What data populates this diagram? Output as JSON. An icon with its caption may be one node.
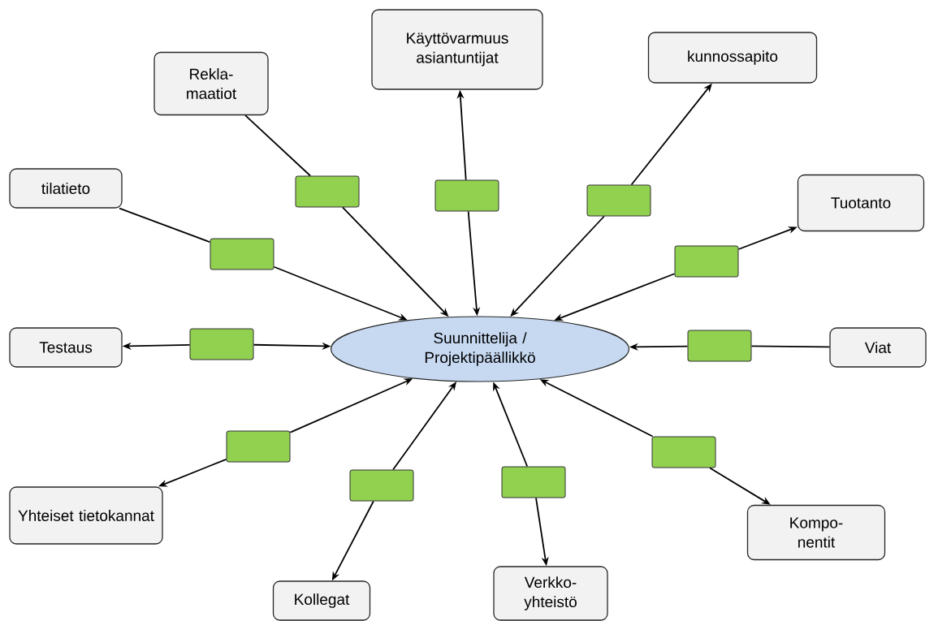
{
  "diagram": {
    "nodes": [
      {
        "text": [
          "Suunnittelija / Projektipäällikkö"
        ]
      },
      {
        "text": [
          "Käyttövarmuus asiantuntijat"
        ]
      },
      {
        "text": [
          "kunnossapito"
        ]
      },
      {
        "text": [
          "Rekla- maatiot"
        ]
      },
      {
        "text": [
          "tilatieto"
        ]
      },
      {
        "text": [
          "Tuotanto"
        ]
      },
      {
        "text": [
          "Testaus"
        ]
      },
      {
        "text": [
          "Viat"
        ]
      },
      {
        "text": [
          "Yhteiset tietokannat"
        ]
      },
      {
        "text": [
          "Kompo- nentit"
        ]
      },
      {
        "text": [
          "Kollegat"
        ]
      },
      {
        "text": [
          "Verkko- yhteistö"
        ]
      },
      {
        "text": [],
        "shape": "box"
      },
      {
        "text": [],
        "shape": "box"
      },
      {
        "text": [],
        "shape": "box"
      },
      {
        "text": [],
        "shape": "box"
      },
      {
        "text": [],
        "shape": "box"
      },
      {
        "text": [],
        "shape": "box"
      },
      {
        "text": [],
        "shape": "box"
      },
      {
        "text": [],
        "shape": "box"
      },
      {
        "text": [],
        "shape": "box"
      },
      {
        "text": [],
        "shape": "box"
      },
      {
        "text": [],
        "shape": "box"
      }
    ],
    "edges": [
      {
        "from": 3,
        "to": 12,
        "arrow": "none"
      },
      {
        "from": 12,
        "to": 0,
        "arrow": "to"
      },
      {
        "from": 13,
        "to": 1,
        "arrow": "to"
      },
      {
        "from": 13,
        "to": 0,
        "arrow": "to"
      },
      {
        "from": 14,
        "to": 2,
        "arrow": "to"
      },
      {
        "from": 14,
        "to": 0,
        "arrow": "to"
      },
      {
        "from": 4,
        "to": 15,
        "arrow": "none"
      },
      {
        "from": 15,
        "to": 0,
        "arrow": "to"
      },
      {
        "from": 16,
        "to": 5,
        "arrow": "to"
      },
      {
        "from": 16,
        "to": 0,
        "arrow": "to"
      },
      {
        "from": 17,
        "to": 6,
        "arrow": "to"
      },
      {
        "from": 17,
        "to": 0,
        "arrow": "to"
      },
      {
        "from": 7,
        "to": 18,
        "arrow": "none"
      },
      {
        "from": 18,
        "to": 0,
        "arrow": "to"
      },
      {
        "from": 19,
        "to": 8,
        "arrow": "to"
      },
      {
        "from": 19,
        "to": 0,
        "arrow": "to"
      },
      {
        "from": 20,
        "to": 9,
        "arrow": "to"
      },
      {
        "from": 20,
        "to": 0,
        "arrow": "to"
      },
      {
        "from": 21,
        "to": 10,
        "arrow": "to"
      },
      {
        "from": 21,
        "to": 0,
        "arrow": "to"
      },
      {
        "from": 22,
        "to": 11,
        "arrow": "to"
      },
      {
        "from": 22,
        "to": 0,
        "arrow": "to"
      }
    ]
  }
}
